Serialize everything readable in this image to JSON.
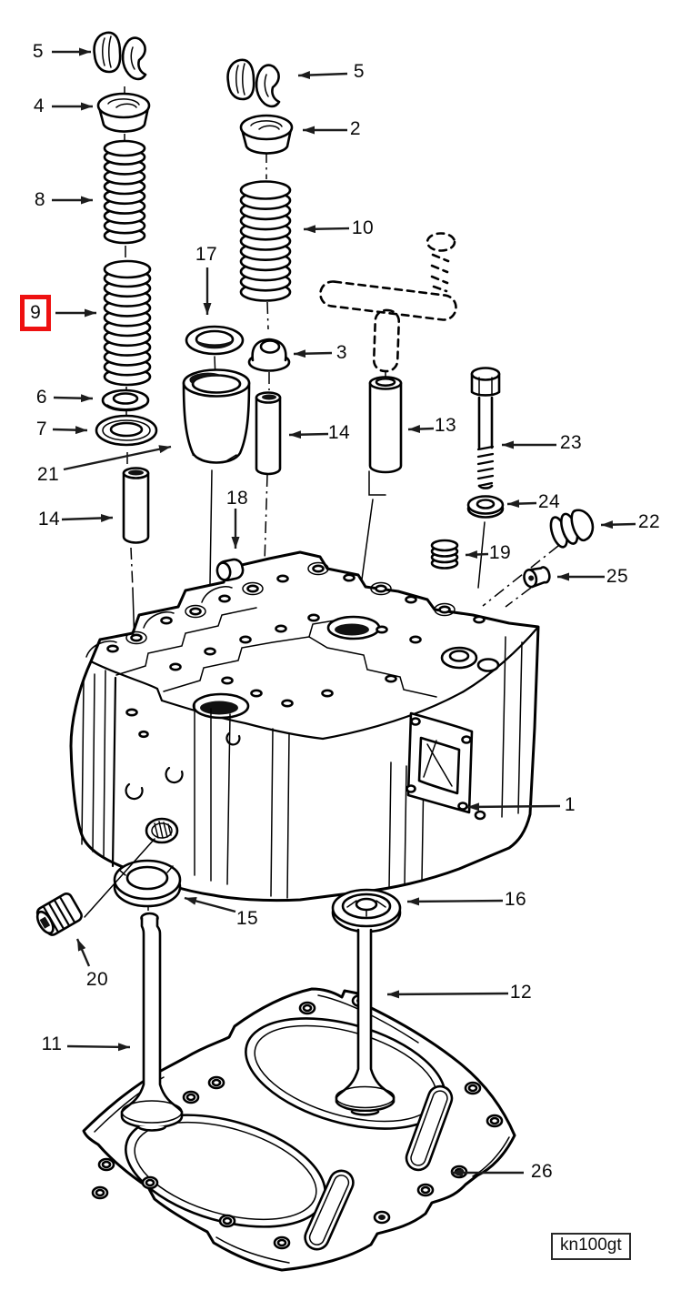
{
  "figure": {
    "code_label": "kn100gt"
  },
  "highlight": {
    "label": "9",
    "color": "#ee1111"
  },
  "callouts": [
    {
      "id": "5-left",
      "label": "5"
    },
    {
      "id": "4",
      "label": "4"
    },
    {
      "id": "8",
      "label": "8"
    },
    {
      "id": "9",
      "label": "9",
      "highlighted": true
    },
    {
      "id": "6",
      "label": "6"
    },
    {
      "id": "7",
      "label": "7"
    },
    {
      "id": "21",
      "label": "21"
    },
    {
      "id": "14-left",
      "label": "14"
    },
    {
      "id": "17",
      "label": "17"
    },
    {
      "id": "18",
      "label": "18"
    },
    {
      "id": "5-right",
      "label": "5"
    },
    {
      "id": "2",
      "label": "2"
    },
    {
      "id": "10",
      "label": "10"
    },
    {
      "id": "3",
      "label": "3"
    },
    {
      "id": "14-mid",
      "label": "14"
    },
    {
      "id": "13",
      "label": "13"
    },
    {
      "id": "23",
      "label": "23"
    },
    {
      "id": "24",
      "label": "24"
    },
    {
      "id": "22",
      "label": "22"
    },
    {
      "id": "19",
      "label": "19"
    },
    {
      "id": "25",
      "label": "25"
    },
    {
      "id": "1",
      "label": "1"
    },
    {
      "id": "16",
      "label": "16"
    },
    {
      "id": "15",
      "label": "15"
    },
    {
      "id": "20",
      "label": "20"
    },
    {
      "id": "11",
      "label": "11"
    },
    {
      "id": "12",
      "label": "12"
    },
    {
      "id": "26",
      "label": "26"
    }
  ]
}
